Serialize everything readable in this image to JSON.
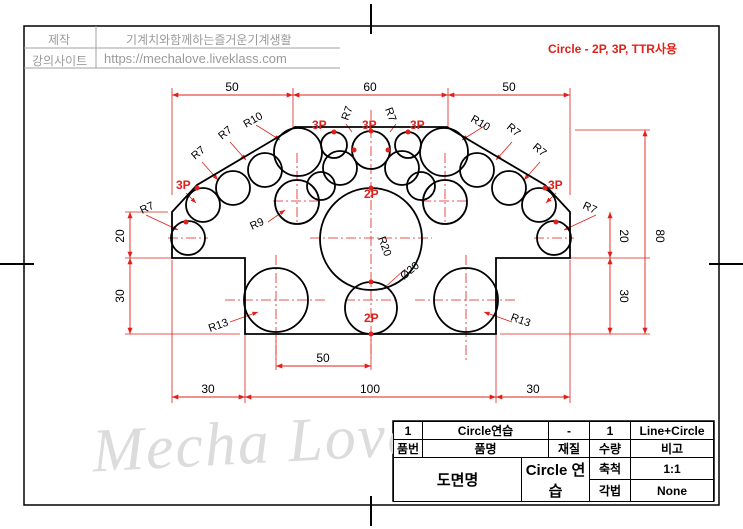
{
  "info_box": {
    "row1_label": "제작",
    "row1_value": "기계치와함께하는즐거운기계생활",
    "row2_label": "강의사이트",
    "row2_value": "https://mechalove.liveklass.com"
  },
  "title": "Circle - 2P, 3P, TTR사용",
  "watermark": "Mecha Love",
  "dimensions": {
    "top_left": "50",
    "top_mid": "60",
    "top_right": "50",
    "bottom_inner": "50",
    "bottom_left": "30",
    "bottom_mid": "100",
    "bottom_right": "30",
    "right_total": "80",
    "left_20": "20",
    "left_30": "30",
    "right_20": "20",
    "right_30": "30"
  },
  "labels": {
    "r10": "R10",
    "r7": "R7",
    "r9": "R9",
    "r13": "R13",
    "r20": "R20",
    "d20": "Ø20",
    "p3": "3P",
    "p2": "2P"
  },
  "title_block": {
    "r1_no": "1",
    "r1_name": "Circle연습",
    "r1_mat": "-",
    "r1_qty": "1",
    "r1_type": "Line+Circle",
    "h_no": "품번",
    "h_name": "품명",
    "h_mat": "재질",
    "h_qty": "수량",
    "h_note": "비고",
    "drawing_label": "도면명",
    "drawing_name": "Circle 연습",
    "scale_label": "축척",
    "scale_value": "1:1",
    "method_label": "각법",
    "method_value": "None"
  },
  "colors": {
    "dim": "#e0201a",
    "line": "#000000",
    "center": "#e0201a"
  }
}
